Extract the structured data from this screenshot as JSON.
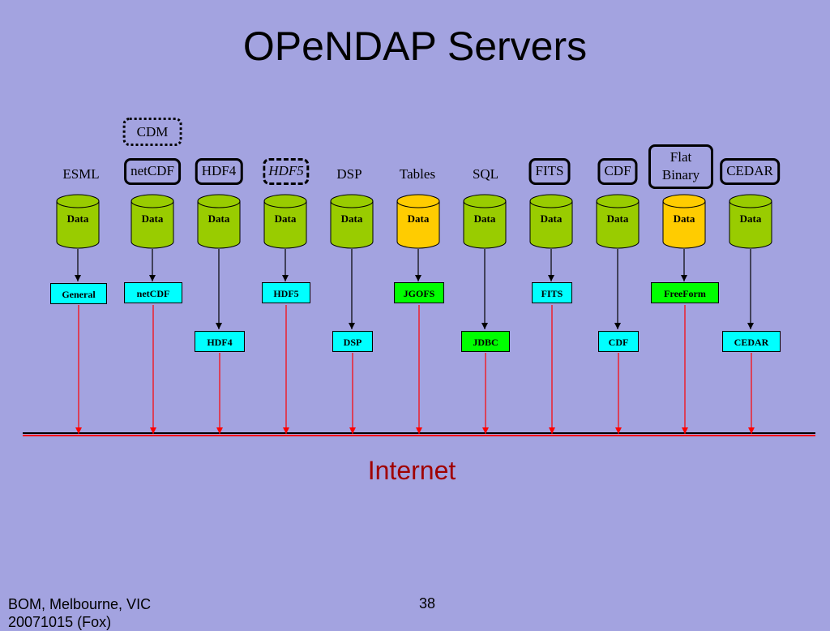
{
  "title": "OPeNDAP Servers",
  "cdm_label": "CDM",
  "formats": [
    "ESML",
    "netCDF",
    "HDF4",
    "HDF5",
    "DSP",
    "Tables",
    "SQL",
    "FITS",
    "CDF",
    "Flat Binary",
    "CEDAR"
  ],
  "data_label": "Data",
  "handlers": {
    "general": "General",
    "netcdf": "netCDF",
    "hdf4": "HDF4",
    "hdf5": "HDF5",
    "dsp": "DSP",
    "jgofs": "JGOFS",
    "jdbc": "JDBC",
    "fits": "FITS",
    "cdf": "CDF",
    "freeform": "FreeForm",
    "cedar": "CEDAR"
  },
  "network_label": "Internet",
  "footer": {
    "line1": "BOM, Melbourne, VIC",
    "line2": "20071015 (Fox)",
    "page_number": "38"
  },
  "colors": {
    "background": "#a3a3e0",
    "cylinder_green": "#99cc00",
    "cylinder_yellow": "#ffcc00",
    "handler_cyan": "#00ffff",
    "handler_green": "#00ff00",
    "wire_red": "#ff0000",
    "internet_text": "#a00000"
  }
}
